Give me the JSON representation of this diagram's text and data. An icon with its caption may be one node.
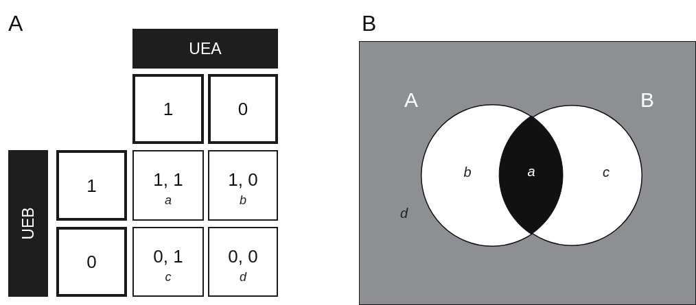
{
  "diagram": {
    "nodes": [
      {
        "text": [
          "UEA"
        ]
      },
      {
        "text": [
          "1"
        ]
      },
      {
        "text": [
          "0"
        ]
      },
      {
        "text": [
          "UEB"
        ]
      },
      {
        "text": [
          "1"
        ]
      },
      {
        "text": [
          "1, 1",
          "a"
        ]
      },
      {
        "text": [
          "1, 0",
          "b"
        ]
      },
      {
        "text": [
          "0"
        ]
      },
      {
        "text": [
          "0, 1",
          "c"
        ]
      },
      {
        "text": [
          "0, 0",
          "d"
        ]
      },
      {
        "text": [
          "d"
        ]
      },
      {
        "text": [
          "A",
          "b"
        ],
        "in": 10
      },
      {
        "text": [
          "B",
          "c"
        ],
        "in": 10
      },
      {
        "text": [
          "a"
        ]
      }
    ],
    "labels": [
      "A",
      "B"
    ]
  }
}
